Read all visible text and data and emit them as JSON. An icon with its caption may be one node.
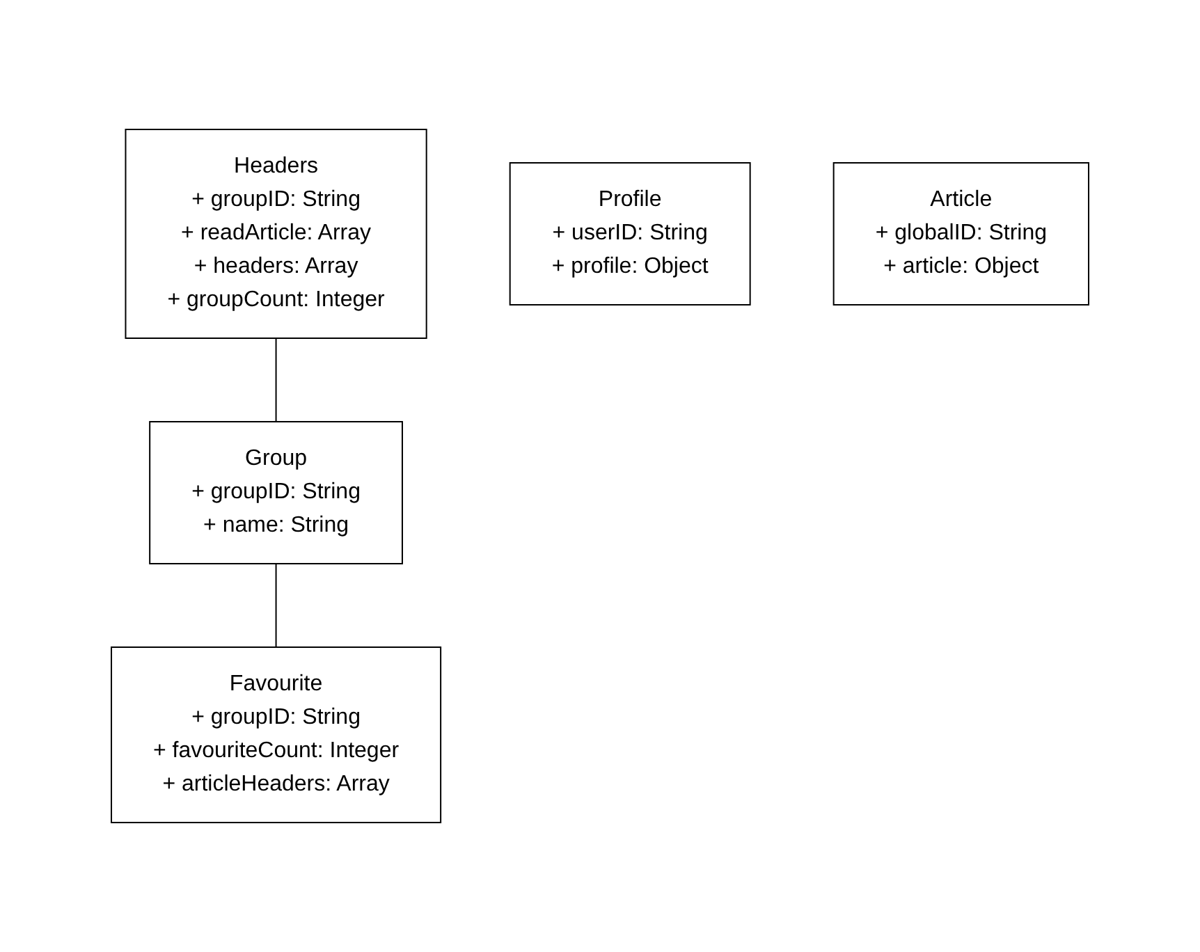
{
  "diagram": {
    "nodes": [
      {
        "text": [
          "Headers",
          "+ groupID: String",
          "+ readArticle: Array",
          "+ headers: Array",
          "+ groupCount: Integer"
        ]
      },
      {
        "text": [
          "Profile",
          "+ userID: String",
          "+ profile: Object"
        ]
      },
      {
        "text": [
          "Group",
          "+ groupID: String",
          "+ name: String"
        ]
      },
      {
        "text": [
          "Article",
          "+ globalID: String",
          "+ article: Object"
        ]
      },
      {
        "text": [
          "Favourite",
          "+ groupID: String",
          "+ favouriteCount: Integer",
          "+ articleHeaders: Array"
        ]
      }
    ],
    "edges": [
      {
        "from": 0,
        "to": 2,
        "arrow": "none"
      },
      {
        "from": 2,
        "to": 4,
        "arrow": "none"
      }
    ]
  }
}
